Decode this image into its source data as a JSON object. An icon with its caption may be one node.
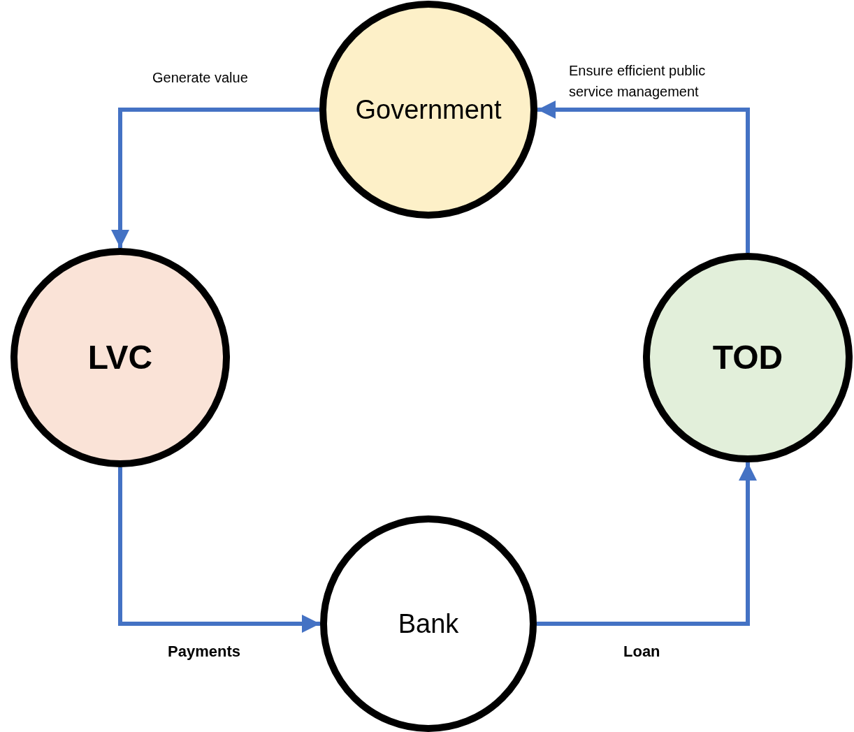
{
  "diagram": {
    "nodes": [
      {
        "text": [
          "Government"
        ]
      },
      {
        "text": [
          "LVC"
        ]
      },
      {
        "text": [
          "TOD"
        ]
      },
      {
        "text": [
          "Bank"
        ]
      }
    ],
    "edges": [
      {
        "from": 0,
        "to": 1,
        "arrow": "to",
        "label": "Generate value"
      },
      {
        "from": 2,
        "to": 0,
        "arrow": "to",
        "label": "Ensure efficient public service management"
      },
      {
        "from": 1,
        "to": 3,
        "arrow": "to",
        "label": "Payments"
      },
      {
        "from": 3,
        "to": 2,
        "arrow": "to",
        "label": "Loan"
      }
    ]
  }
}
